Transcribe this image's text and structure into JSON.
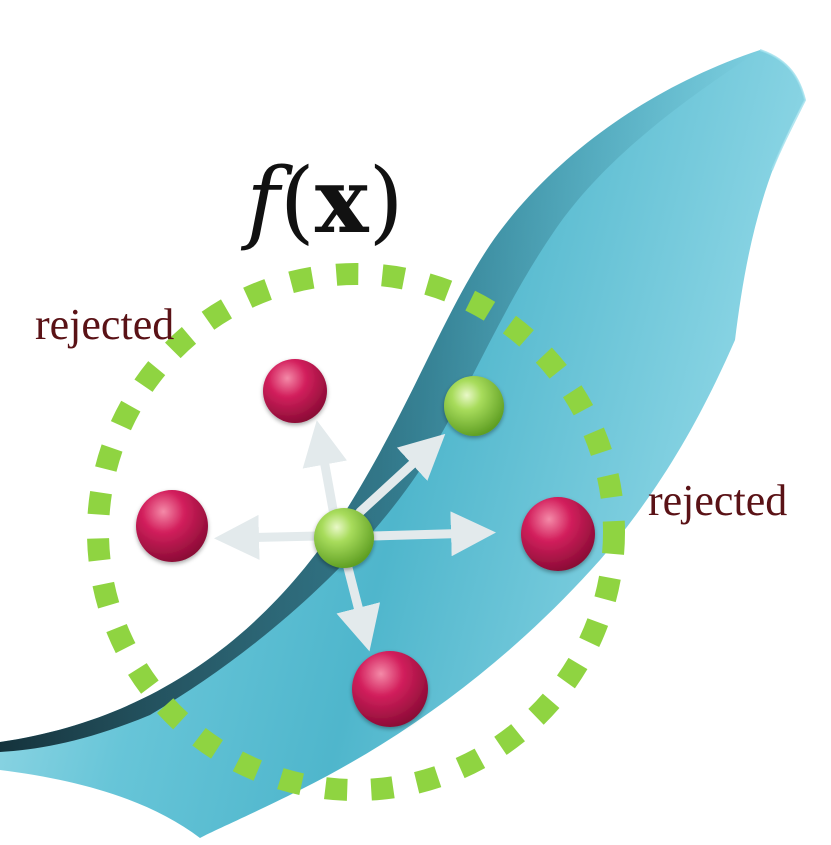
{
  "title": {
    "func": "f",
    "open": "(",
    "var": "x",
    "close": ")"
  },
  "labels": {
    "rejected_left": "rejected",
    "rejected_right": "rejected"
  },
  "colors": {
    "surface": "#5fbfd2",
    "surface_shadow": "#1f4a58",
    "accepted": "#8ccd44",
    "rejected": "#b8154a",
    "dashed_circle": "#8fd441",
    "arrow": "#e3eaec",
    "label": "#5a1216"
  },
  "points": [
    {
      "name": "center",
      "status": "accepted"
    },
    {
      "name": "upper-right",
      "status": "accepted"
    },
    {
      "name": "upper-left",
      "status": "rejected"
    },
    {
      "name": "left",
      "status": "rejected"
    },
    {
      "name": "right",
      "status": "rejected"
    },
    {
      "name": "bottom",
      "status": "rejected"
    }
  ]
}
